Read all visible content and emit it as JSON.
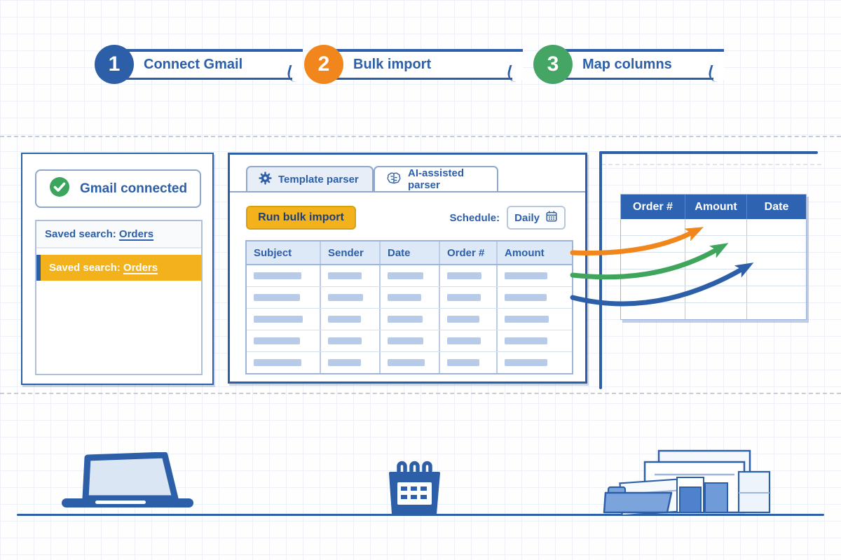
{
  "steps": [
    {
      "number": "1",
      "label": "Connect Gmail",
      "color": "#2d5fa9"
    },
    {
      "number": "2",
      "label": "Bulk import",
      "color": "#f0861c"
    },
    {
      "number": "3",
      "label": "Map columns",
      "color": "#44a564"
    }
  ],
  "gmail_panel": {
    "status_label": "Gmail connected",
    "status_icon": "check-circle-icon",
    "items": [
      {
        "label": "Saved search:",
        "value": "Orders",
        "highlighted": false
      },
      {
        "label": "Saved search:",
        "value": "Orders",
        "highlighted": true
      }
    ]
  },
  "import_panel": {
    "tabs": [
      {
        "label": "Template parser",
        "icon": "gear-icon",
        "active": true
      },
      {
        "label": "AI-assisted parser",
        "icon": "brain-icon",
        "active": false
      }
    ],
    "run_button_label": "Run bulk import",
    "schedule_label": "Schedule:",
    "schedule_value": "Daily",
    "schedule_icon": "calendar-icon",
    "table": {
      "columns": [
        "Subject",
        "Sender",
        "Date",
        "Order #",
        "Amount"
      ],
      "placeholder_row_count": 5
    }
  },
  "mapping_panel": {
    "table": {
      "columns": [
        "Order #",
        "Amount",
        "Date"
      ],
      "empty_row_count": 6
    },
    "arrows": [
      {
        "color": "#f0861c"
      },
      {
        "color": "#3fa45c"
      },
      {
        "color": "#2d5fa9"
      }
    ]
  },
  "footer_icons": [
    "laptop-icon",
    "calendar-icon",
    "documents-icon"
  ],
  "colors": {
    "primary_blue": "#2d5fa9",
    "amber": "#f3b11b",
    "orange": "#f0861c",
    "green": "#3fa45c",
    "table_header_blue": "#2e63b2",
    "placeholder_bar": "#b7cbe8"
  }
}
